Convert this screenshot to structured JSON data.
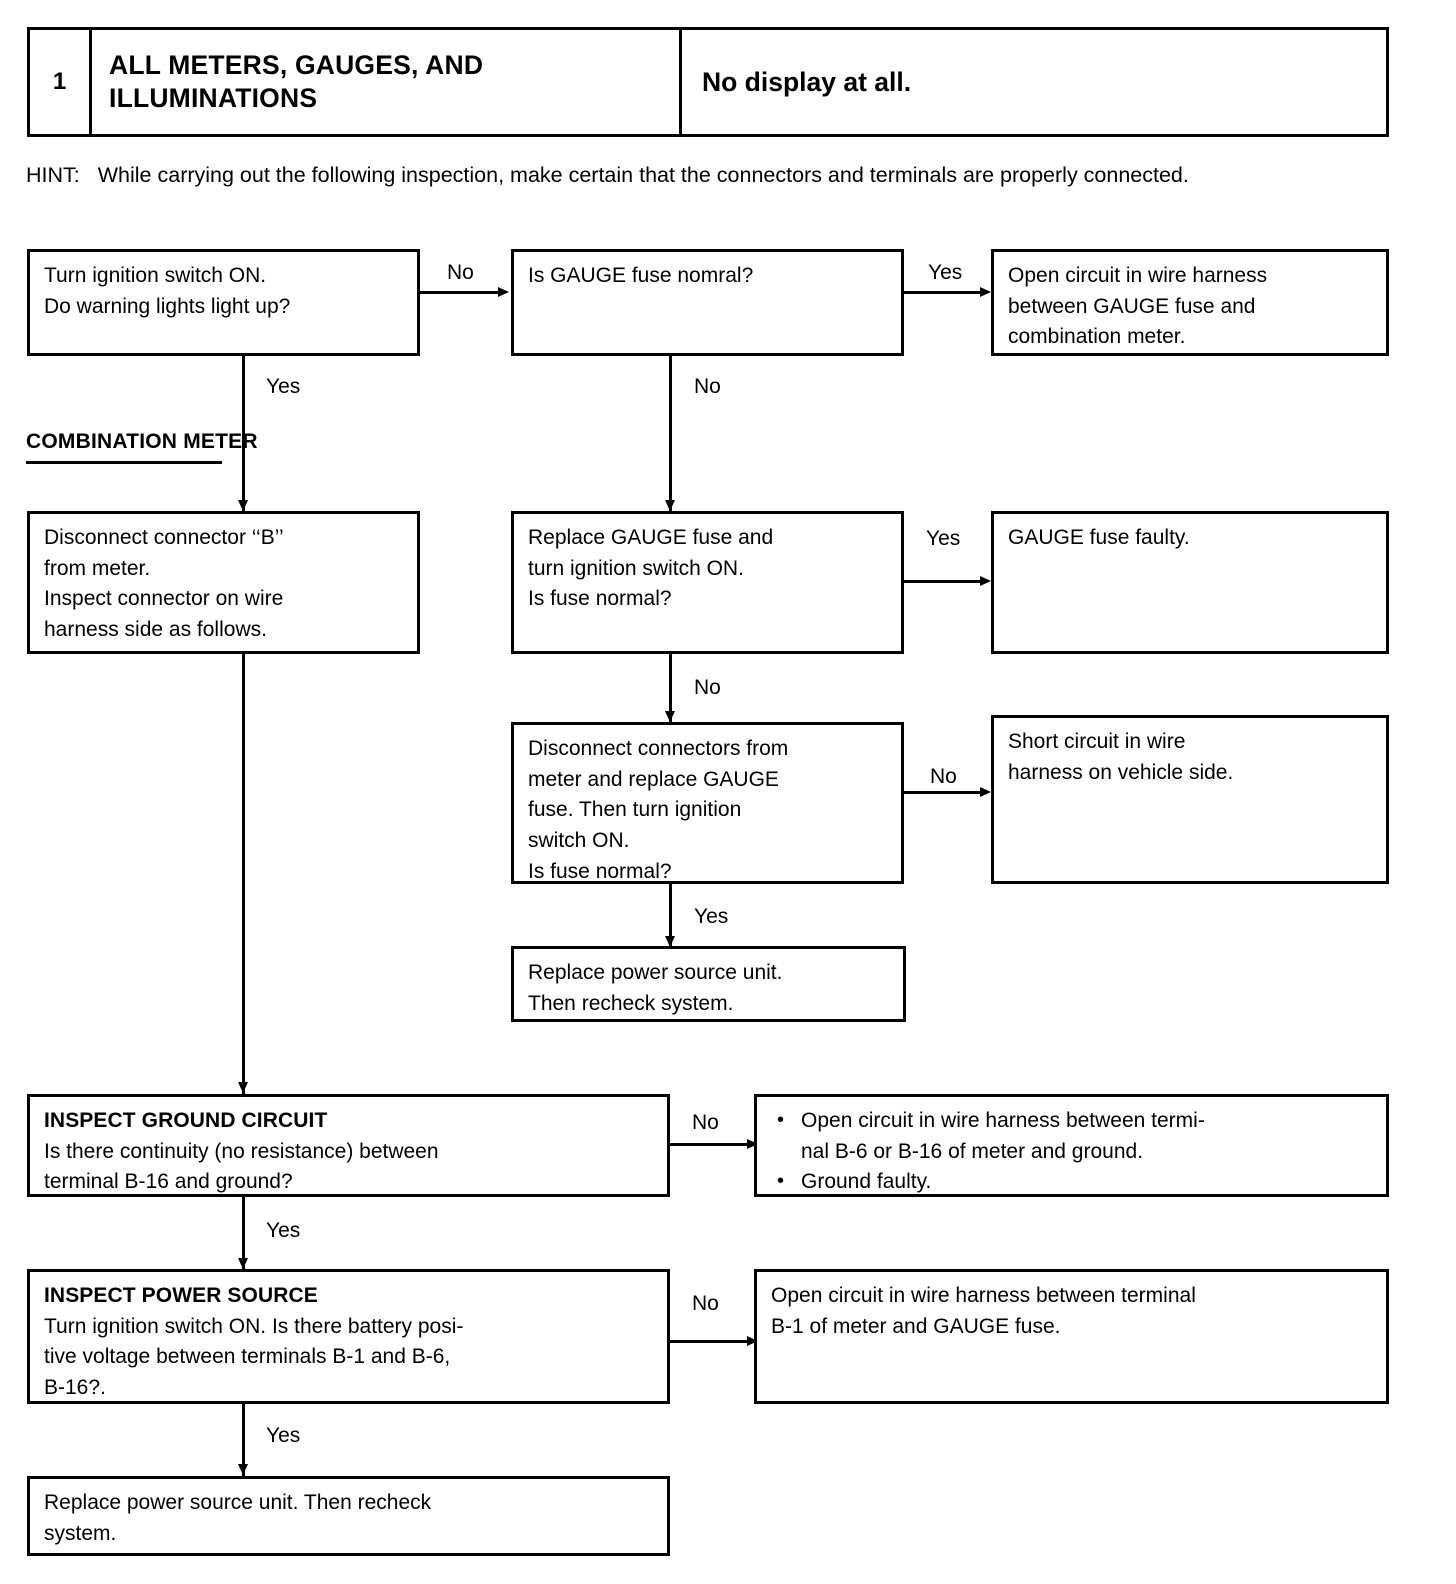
{
  "header": {
    "number": "1",
    "system_title": "ALL METERS, GAUGES, AND ILLUMINATIONS",
    "system_title_line1": "ALL METERS, GAUGES, AND",
    "system_title_line2": "ILLUMINATIONS",
    "symptom": "No display at all."
  },
  "hint": {
    "label": "HINT:",
    "text": "While carrying out the following inspection, make certain that the connectors and terminals are properly connected."
  },
  "section_label": {
    "line1": "COMBINATION",
    "line2": "METER"
  },
  "edge_labels": {
    "no": "No",
    "yes": "Yes"
  },
  "boxes": {
    "b1": {
      "lines": [
        "Turn ignition switch ON.",
        "Do warning lights light up?"
      ]
    },
    "b2": {
      "lines": [
        "Is GAUGE fuse nomral?"
      ]
    },
    "b3": {
      "lines": [
        "Open circuit in wire harness",
        "between GAUGE fuse and",
        "combination meter."
      ]
    },
    "b4": {
      "lines": [
        "Disconnect connector ‘‘B’’",
        "from meter.",
        "Inspect connector on wire",
        "harness side as follows."
      ]
    },
    "b5": {
      "lines": [
        "Replace GAUGE fuse and",
        "turn ignition switch ON.",
        "Is fuse normal?"
      ]
    },
    "b6": {
      "lines": [
        "GAUGE fuse faulty."
      ]
    },
    "b7": {
      "lines": [
        "Disconnect connectors from",
        "meter and replace GAUGE",
        "fuse. Then turn ignition",
        "switch ON.",
        "Is fuse normal?"
      ]
    },
    "b8": {
      "lines": [
        "Short circuit in wire",
        "harness on vehicle side."
      ]
    },
    "b9": {
      "lines": [
        "Replace power source unit.",
        "Then recheck system."
      ]
    },
    "b10": {
      "title": "INSPECT GROUND CIRCUIT",
      "lines": [
        "Is there continuity (no resistance) between",
        "terminal B-16 and ground?"
      ]
    },
    "b11": {
      "bullet_glyph": "•",
      "items": [
        [
          "Open circuit in wire harness between termi-",
          "nal B-6 or B-16 of meter and ground."
        ],
        [
          "Ground faulty."
        ]
      ]
    },
    "b12": {
      "title": "INSPECT POWER SOURCE",
      "lines": [
        "Turn ignition switch ON. Is there battery posi-",
        "tive voltage between terminals B-1 and B-6,",
        "B-16?."
      ]
    },
    "b13": {
      "lines": [
        "Open circuit in wire harness between terminal",
        "B-1 of meter and GAUGE fuse."
      ]
    },
    "b14": {
      "lines": [
        "Replace power source unit. Then recheck",
        "system."
      ]
    }
  },
  "colors": {
    "ink": "#000000",
    "paper": "#ffffff"
  }
}
